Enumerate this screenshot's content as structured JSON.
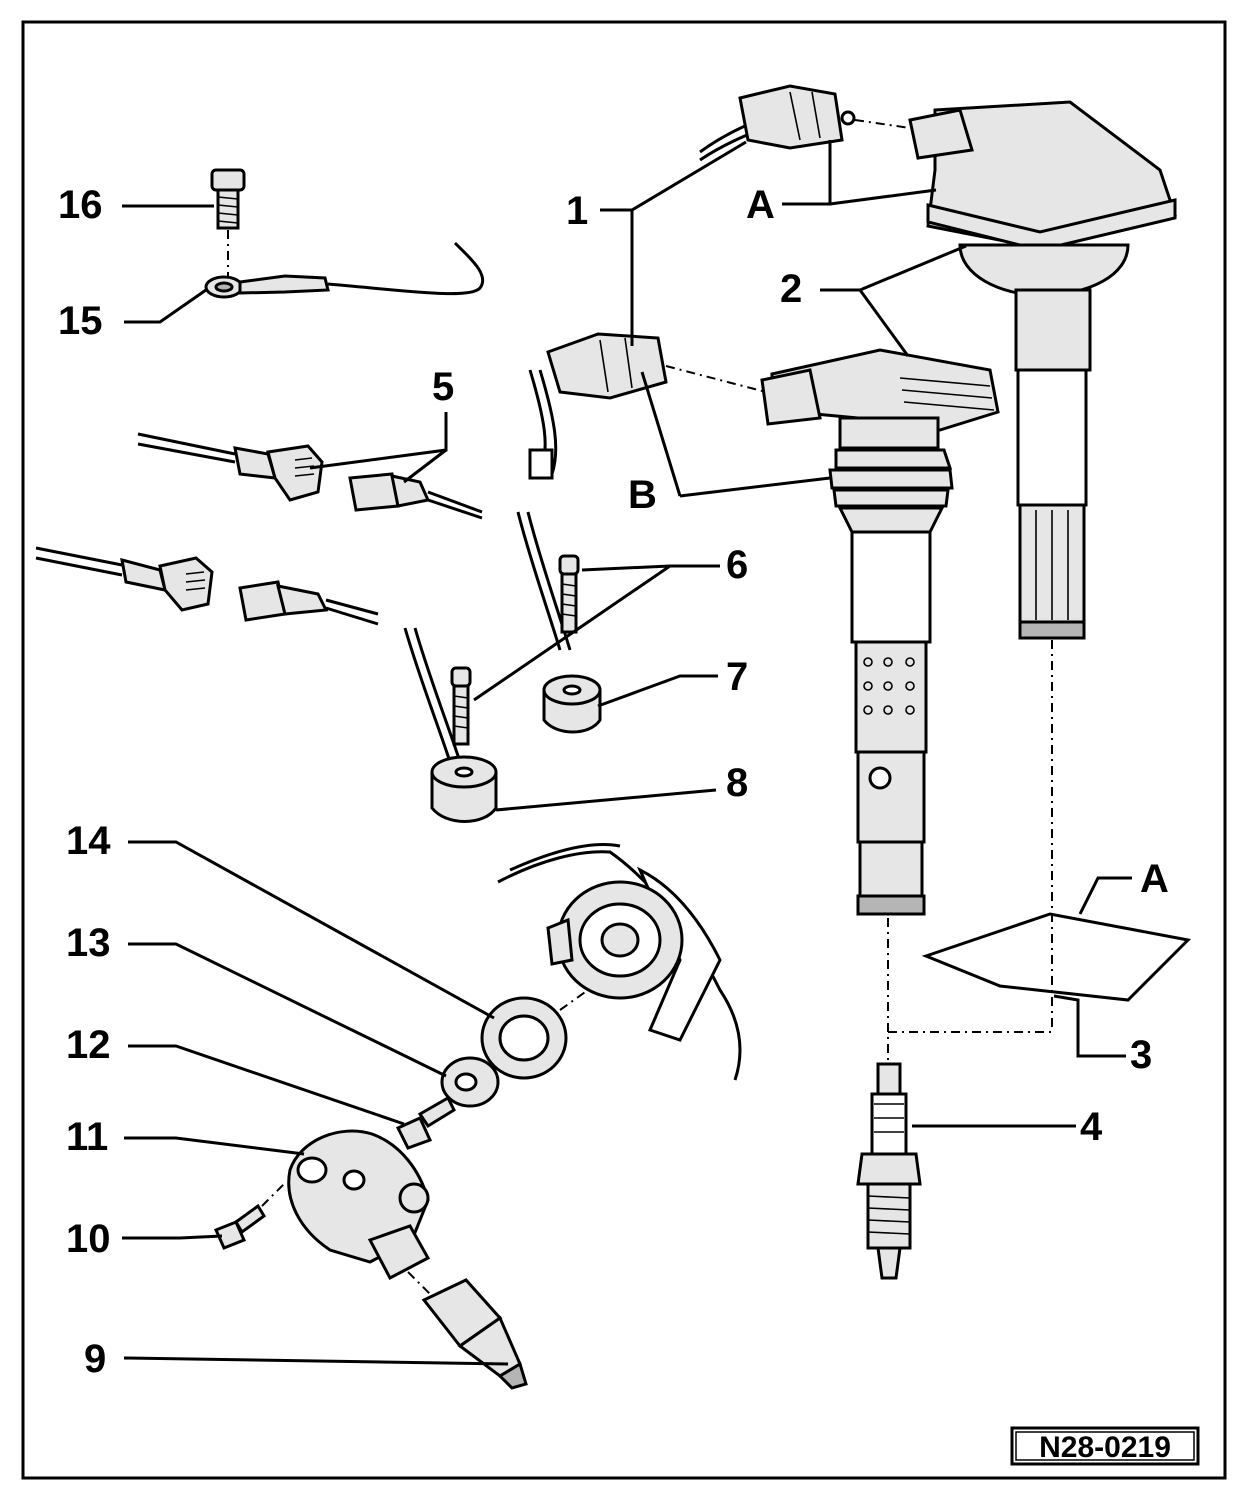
{
  "labels": {
    "l1": "1",
    "l2": "2",
    "l3": "3",
    "l4": "4",
    "l5": "5",
    "l6": "6",
    "l7": "7",
    "l8": "8",
    "l9": "9",
    "l10": "10",
    "l11": "11",
    "l12": "12",
    "l13": "13",
    "l14": "14",
    "l15": "15",
    "l16": "16",
    "lA_top": "A",
    "lA_right": "A",
    "lB": "B"
  },
  "figure_ref": "N28-0219"
}
